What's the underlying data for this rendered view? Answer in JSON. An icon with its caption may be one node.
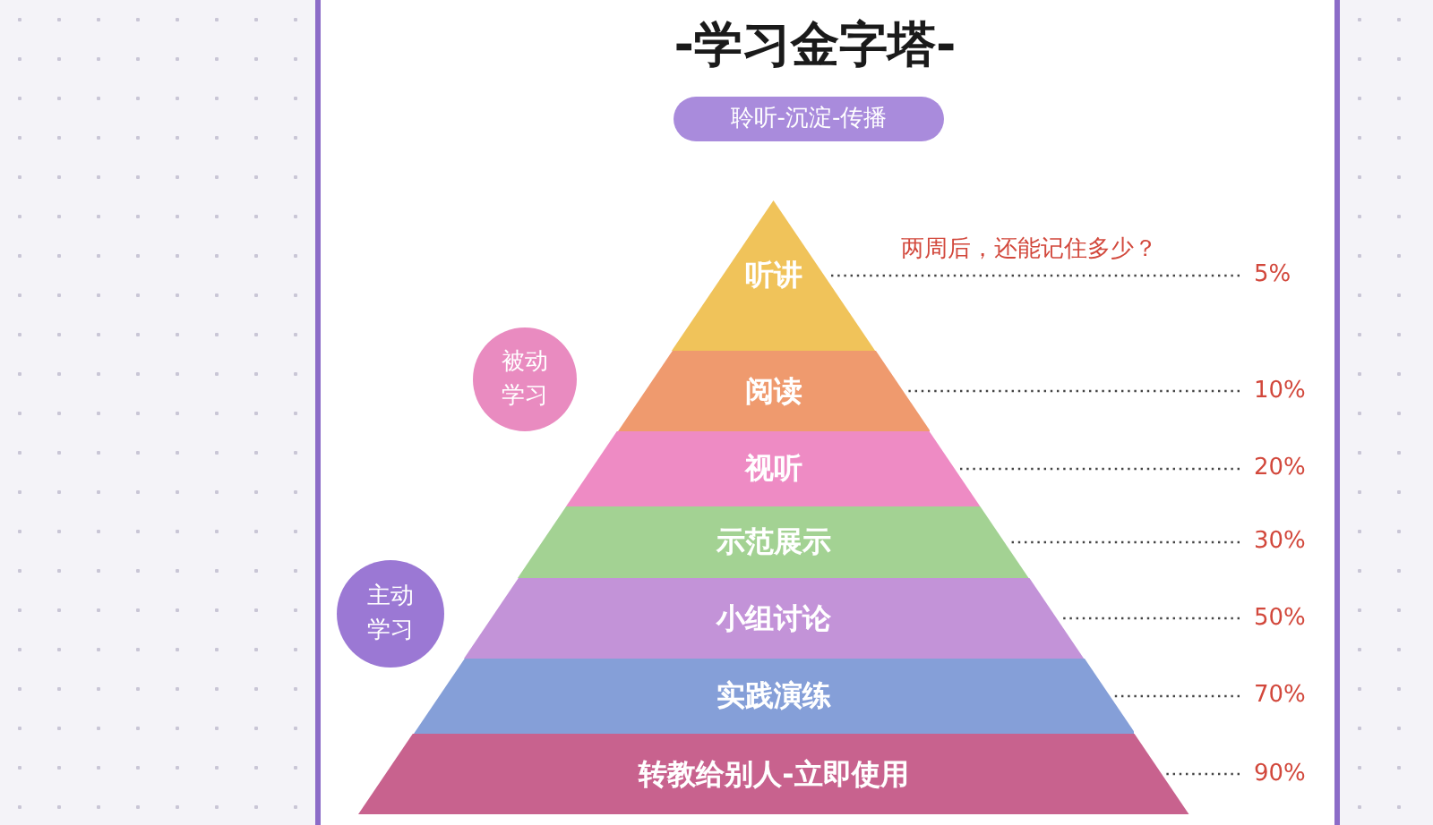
{
  "diagram": {
    "title": "-学习金字塔-",
    "nodes": [
      {
        "text": [
          "聆听-沉淀-传播"
        ]
      },
      {
        "text": [
          "听讲"
        ]
      },
      {
        "text": [
          "阅读"
        ]
      },
      {
        "text": [
          "视听"
        ]
      },
      {
        "text": [
          "示范展示"
        ]
      },
      {
        "text": [
          "小组讨论"
        ]
      },
      {
        "text": [
          "实践演练"
        ]
      },
      {
        "text": [
          "转教给别人-立即使用"
        ]
      },
      {
        "text": [
          "被动学习"
        ]
      },
      {
        "text": [
          "主动学习"
        ]
      },
      {
        "text": [
          "5%"
        ]
      },
      {
        "text": [
          "10%"
        ]
      },
      {
        "text": [
          "20%"
        ]
      },
      {
        "text": [
          "30%"
        ]
      },
      {
        "text": [
          "50%"
        ]
      },
      {
        "text": [
          "70%"
        ]
      },
      {
        "text": [
          "90%"
        ]
      }
    ],
    "edges": [
      {
        "from": 10,
        "to": 1,
        "arrow": "none",
        "style": "dashed"
      },
      {
        "from": 11,
        "to": 2,
        "arrow": "none",
        "style": "dashed"
      },
      {
        "from": 12,
        "to": 3,
        "arrow": "none",
        "style": "dashed"
      },
      {
        "from": 13,
        "to": 4,
        "arrow": "none",
        "style": "dashed"
      },
      {
        "from": 14,
        "to": 5,
        "arrow": "none",
        "style": "dashed"
      },
      {
        "from": 15,
        "to": 6,
        "arrow": "none",
        "style": "dashed"
      },
      {
        "from": 16,
        "to": 7,
        "arrow": "none",
        "style": "dashed"
      }
    ],
    "labels": [
      "两周后，还能记住多少？"
    ]
  }
}
